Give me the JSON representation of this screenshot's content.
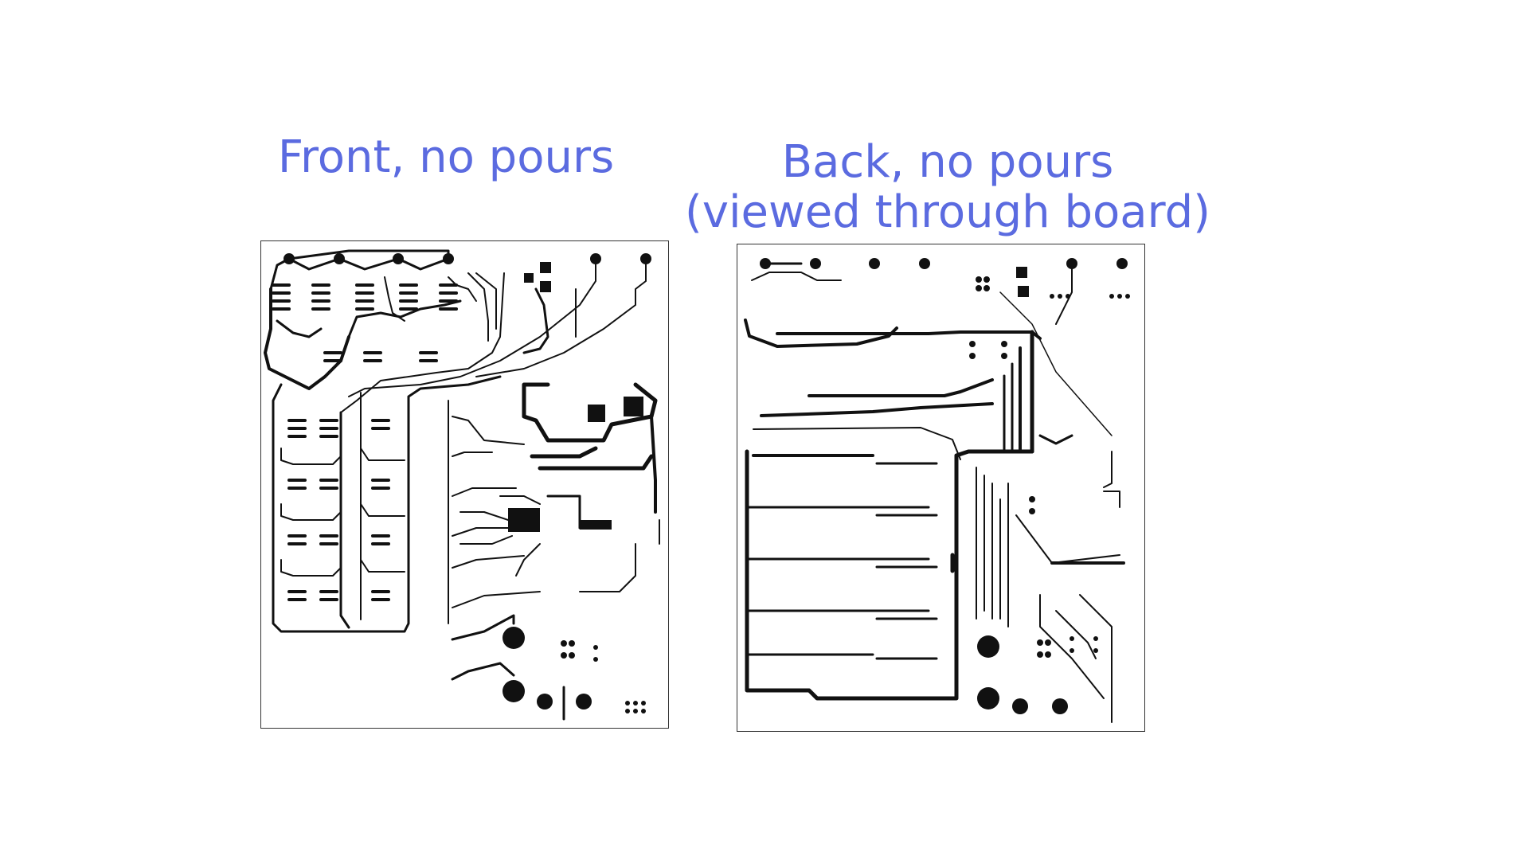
{
  "front": {
    "title": "Front, no pours"
  },
  "back": {
    "title_line1": "Back, no pours",
    "title_line2": "(viewed through board)"
  },
  "colors": {
    "caption": "#5b6be0",
    "trace": "#111111",
    "board_outline": "#333333",
    "background": "#ffffff"
  }
}
